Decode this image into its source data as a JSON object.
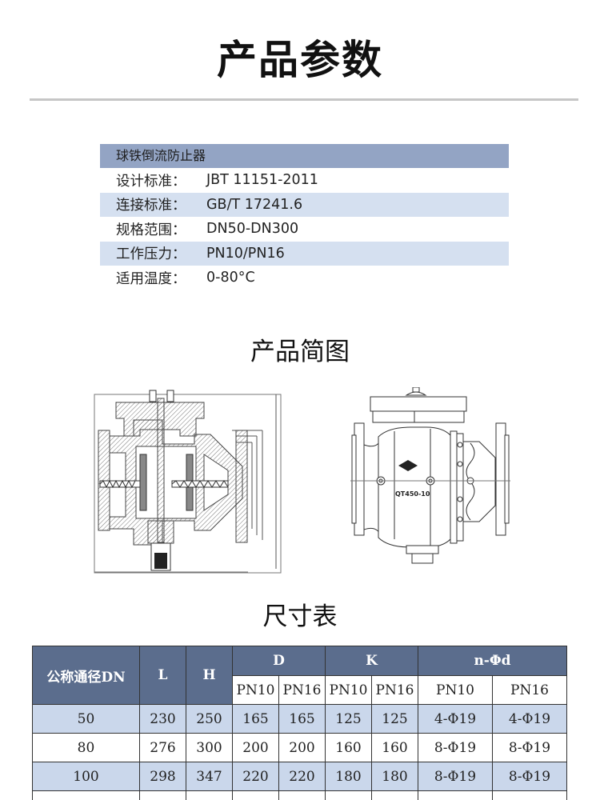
{
  "page": {
    "title": "产品参数"
  },
  "specs": {
    "product_name": "球铁倒流防止器",
    "rows": [
      {
        "label": "设计标准：",
        "value": "JBT 11151-2011"
      },
      {
        "label": "连接标准：",
        "value": "GB/T 17241.6"
      },
      {
        "label": "规格范围：",
        "value": "DN50-DN300"
      },
      {
        "label": "工作压力：",
        "value": "PN10/PN16"
      },
      {
        "label": "适用温度：",
        "value": "0-80°C"
      }
    ]
  },
  "diagram": {
    "title": "产品简图",
    "left_drawing": "sectional-view",
    "right_drawing": "external-view",
    "right_marking": "QT450-10"
  },
  "size_table": {
    "title": "尺寸表",
    "headers": {
      "dn": "公称通径DN",
      "l": "L",
      "h": "H",
      "d": "D",
      "k": "K",
      "nd": "n-Φd",
      "pn10": "PN10",
      "pn16": "PN16"
    },
    "rows": [
      {
        "dn": "50",
        "l": "230",
        "h": "250",
        "d10": "165",
        "d16": "165",
        "k10": "125",
        "k16": "125",
        "nd10": "4-Φ19",
        "nd16": "4-Φ19"
      },
      {
        "dn": "80",
        "l": "276",
        "h": "300",
        "d10": "200",
        "d16": "200",
        "k10": "160",
        "k16": "160",
        "nd10": "8-Φ19",
        "nd16": "8-Φ19"
      },
      {
        "dn": "100",
        "l": "298",
        "h": "347",
        "d10": "220",
        "d16": "220",
        "k10": "180",
        "k16": "180",
        "nd10": "8-Φ19",
        "nd16": "8-Φ19"
      },
      {
        "dn": "",
        "l": "",
        "h": "",
        "d10": "",
        "d16": "",
        "k10": "",
        "k16": "",
        "nd10": "",
        "nd16": ""
      }
    ]
  },
  "colors": {
    "spec_header_bg": "#93a4c4",
    "spec_shade_bg": "#d5e0f0",
    "table_header_bg": "#5b6d8d",
    "table_shade_bg": "#cad7eb",
    "rule": "#c6c6c6"
  }
}
